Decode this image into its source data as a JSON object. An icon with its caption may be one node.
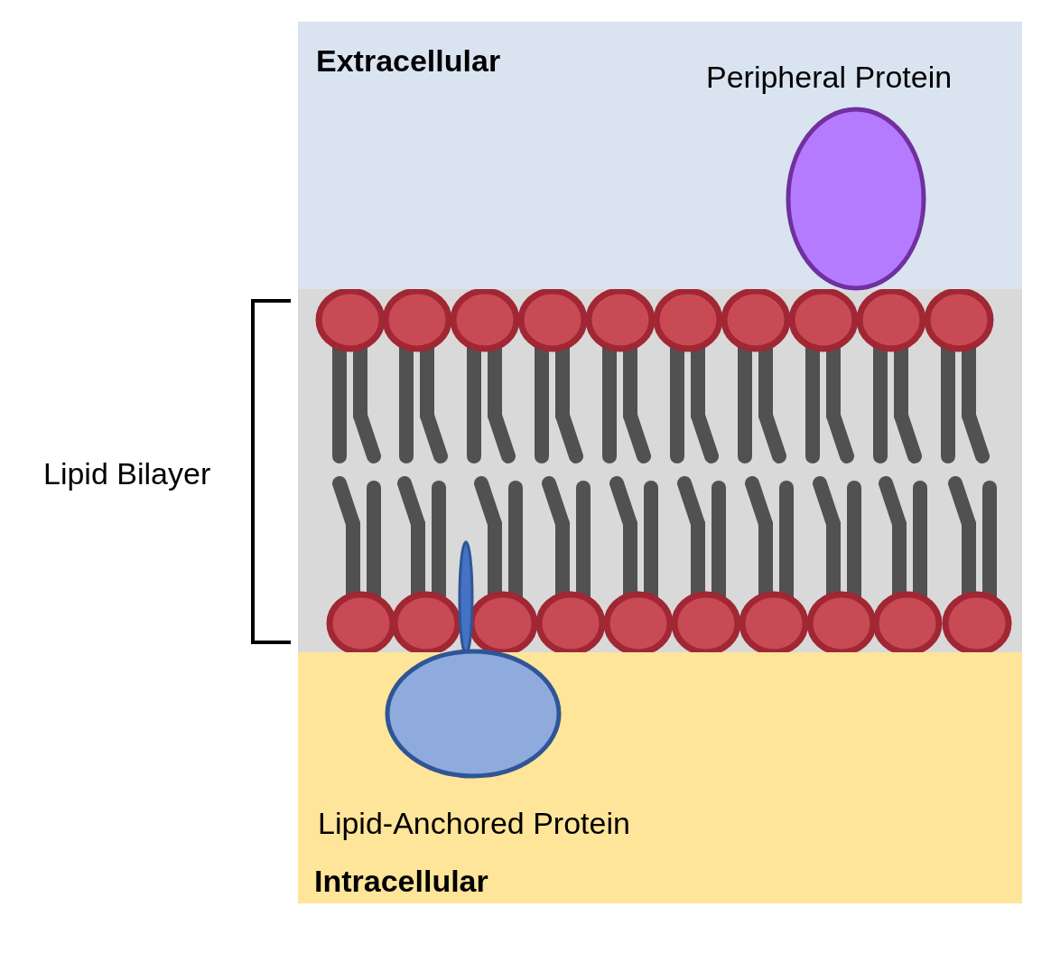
{
  "diagram": {
    "nodes": [
      {
        "text": [
          "Extracellular"
        ]
      },
      {
        "text": [
          "Peripheral Protein"
        ],
        "in": 0
      },
      {
        "text": [
          "Intracellular"
        ]
      },
      {
        "text": [
          "Lipid-Anchored Protein"
        ],
        "in": 2
      }
    ],
    "labels": [
      "Lipid Bilayer"
    ]
  }
}
